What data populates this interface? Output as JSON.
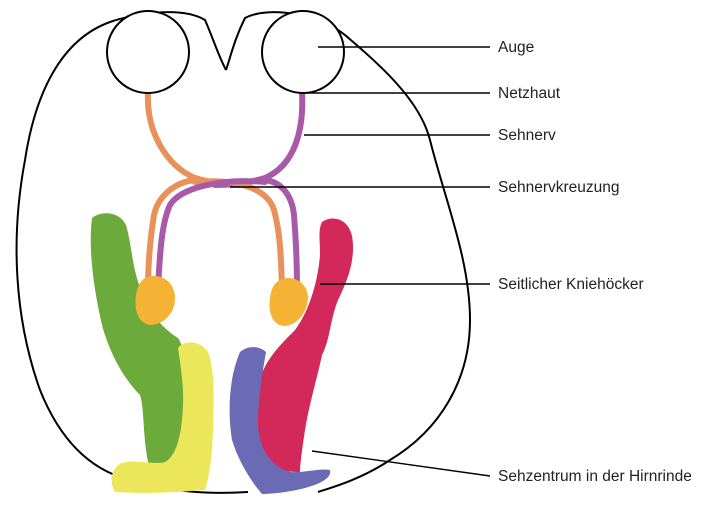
{
  "labels": {
    "eye": "Auge",
    "retina": "Netzhaut",
    "optic_nerve": "Sehnerv",
    "optic_chiasm": "Sehnervkreuzung",
    "lgn": "Seitlicher Kniehöcker",
    "visual_cortex": "Sehzentrum in der Hirnrinde"
  },
  "colors": {
    "outline": "#000000",
    "left_nerve": "#E8915A",
    "right_nerve": "#A95AA6",
    "lgn": "#F5B335",
    "left_radiation": "#6CAA3C",
    "right_radiation": "#D2285A",
    "left_cortex": "#ECE75A",
    "right_cortex": "#6A6BB4"
  }
}
